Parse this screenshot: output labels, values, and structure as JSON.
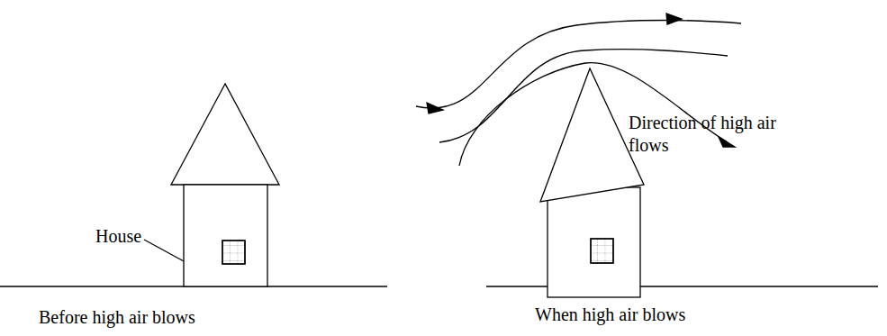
{
  "diagram": {
    "labels": [
      "Direction of high air flows",
      "House",
      "Before high air blows",
      "When high air blows"
    ]
  }
}
